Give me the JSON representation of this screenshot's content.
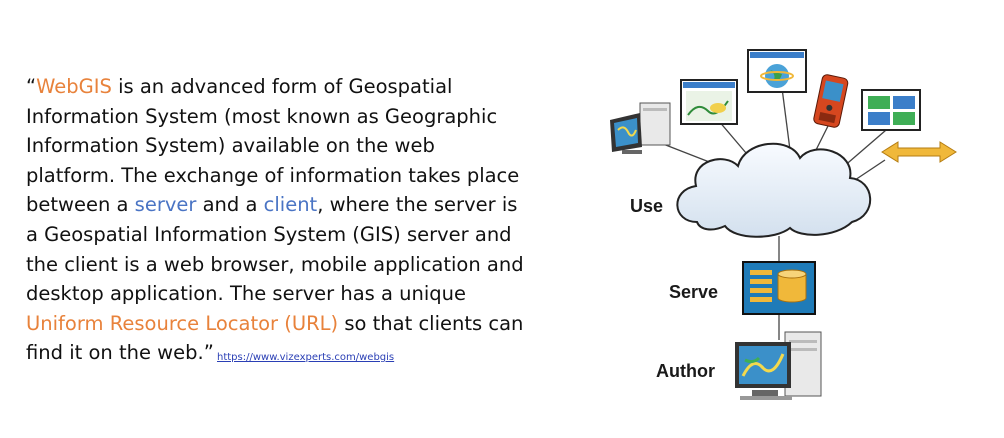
{
  "quote": {
    "open_mark": "“",
    "term_webgis": "WebGIS",
    "part1": " is an advanced form of Geospatial Information System (most known as Geographic Information System) available on the web platform. The exchange of information takes place between a ",
    "term_server": "server",
    "part2": " and a ",
    "term_client": "client",
    "part3": ", where the server is a Geospatial Information System (GIS) server and the client is a web browser, mobile application and desktop application. The server has a unique ",
    "term_url": "Uniform Resource Locator (URL)",
    "part4": " so that clients can find it on the web.”"
  },
  "source_link": "https://www.vizexperts.com/webgis",
  "diagram": {
    "labels": {
      "use": "Use",
      "serve": "Serve",
      "author": "Author"
    },
    "icons": [
      "desktop-computer-icon",
      "web-map-window-icon",
      "globe-window-icon",
      "mobile-device-icon",
      "grid-app-window-icon",
      "double-arrow-icon",
      "cloud-icon",
      "gis-server-icon",
      "authoring-workstation-icon"
    ],
    "colors": {
      "orange_term": "#e8823b",
      "blue_term": "#4a74c4",
      "link": "#2a3fb5",
      "arrow": "#f0b83a",
      "server_box": "#1f7bb8"
    }
  }
}
